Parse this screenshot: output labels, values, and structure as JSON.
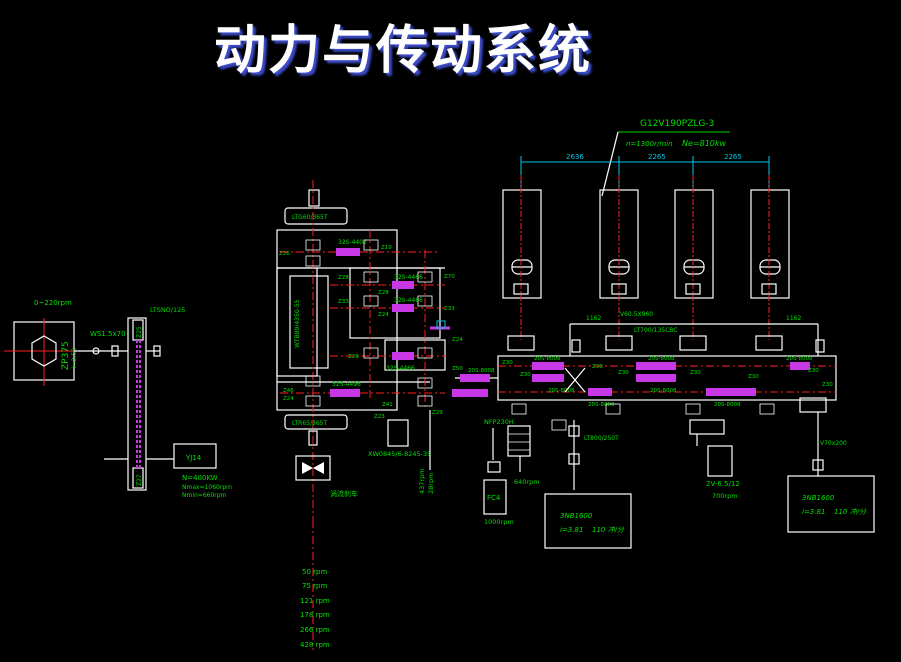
{
  "title": "动力与传动系统",
  "engine": {
    "model": "G12V190PZLG-3",
    "speed": "n=1300r/min",
    "power": "Ne=810kw",
    "spacings": [
      "2636",
      "2265",
      "2265"
    ]
  },
  "left_motor": {
    "rpm": "0~220rpm",
    "model": "ZP375",
    "ratio": "i=2.58",
    "coupling": "WS1.5x70",
    "chain": "LTSNO/125",
    "tooth_top": "Z25",
    "tooth_bottom": "Z27",
    "yj": "YJ14",
    "n_power": "N=400KW",
    "n_max": "Nmax=1060rpm",
    "n_min": "Nmin=660rpm"
  },
  "gearbox": {
    "chain_top": "LTG60/365T",
    "chain_bottom": "LTR65/365T",
    "vertical": "WTB89/4350-55",
    "chains": [
      "32S-4402",
      "32S-4466",
      "32S-4466",
      "32S-4466",
      "32S-4496"
    ],
    "teeth": [
      "Z26",
      "Z19",
      "Z28",
      "Z33",
      "Z24",
      "Z28",
      "Z26",
      "Z33",
      "Z46",
      "Z24",
      "Z41",
      "Z23",
      "Z29",
      "Z70",
      "Z24",
      "Z50"
    ],
    "pump_label": "XW0845/6-8245-35",
    "brake_label": "涡流刹车",
    "out_rpm": "437rpm",
    "out_teeth": "28rpm"
  },
  "drive_line": {
    "chains": [
      "20S-8008",
      "20S-8008",
      "20S-8008",
      "20S-8008",
      "20S-8008",
      "20S-8008",
      "20S-8008",
      "20S-8008"
    ],
    "couplings": [
      "1162",
      "1162",
      "V60.5X960",
      "LT700/135CBC",
      "LT800/250T",
      "V70x200"
    ],
    "teeth": [
      "Z30",
      "Z30",
      "Z30",
      "Z30",
      "Z30",
      "Z30",
      "Z30",
      "Z30"
    ],
    "pump_left": "NFP230H",
    "fc": "FC4",
    "rpm_1000": "1000rpm",
    "rpm_640": "640rpm",
    "pump_mid_label": "2V-6.5/12",
    "rpm_700": "700rpm"
  },
  "pumps": [
    {
      "model": "3NB1600",
      "ratio": "i=3.81",
      "flow": "110 冲/分"
    },
    {
      "model": "3NB1600",
      "ratio": "i=3.81",
      "flow": "110 冲/分"
    }
  ],
  "rpm_list": [
    "50 rpm",
    "75 rpm",
    "121 rpm",
    "178 rpm",
    "266 rpm",
    "428 rpm"
  ]
}
